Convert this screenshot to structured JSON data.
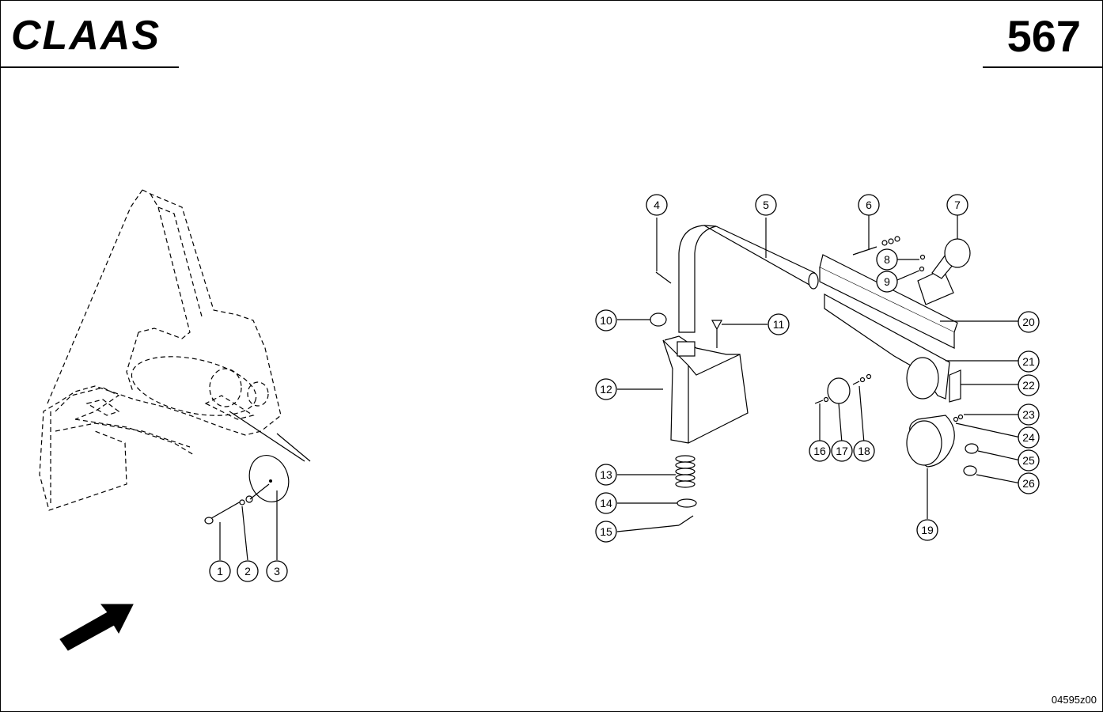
{
  "header": {
    "brand": "CLAAS",
    "page_number": "567"
  },
  "footer": {
    "drawing_code": "04595z00"
  },
  "callouts": [
    "1",
    "2",
    "3",
    "4",
    "5",
    "6",
    "7",
    "8",
    "9",
    "10",
    "11",
    "12",
    "13",
    "14",
    "15",
    "16",
    "17",
    "18",
    "19",
    "20",
    "21",
    "22",
    "23",
    "24",
    "25",
    "26"
  ],
  "icons": {
    "direction": "direction-arrow-icon"
  }
}
